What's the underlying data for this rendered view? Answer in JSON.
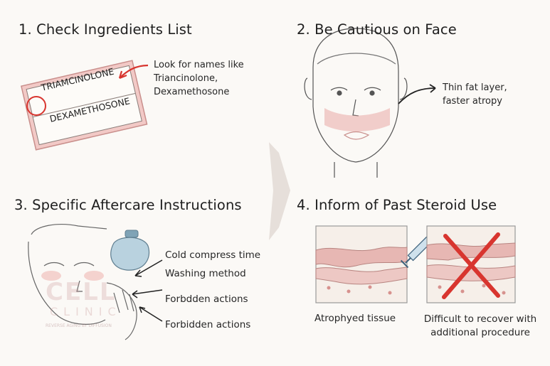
{
  "sections": [
    {
      "title": "1. Check Ingredients List"
    },
    {
      "title": "2. Be Cautious on Face"
    },
    {
      "title": "3. Specific Aftercare Instructions"
    },
    {
      "title": "4. Inform of Past Steroid Use"
    }
  ],
  "panel1": {
    "label_line1": "TRIAMCINOLONE",
    "label_line2": "DEXAMETHOSONE",
    "note": [
      "Look for names like",
      "Triancinolone,",
      "Dexamethosone"
    ]
  },
  "panel2": {
    "note": [
      "Thin fat layer,",
      "faster atropy"
    ]
  },
  "panel3": {
    "items": [
      "Cold compress time",
      "Washing method",
      "Forbdden actions",
      "Forbidden actions"
    ],
    "watermark": {
      "brand": "CELL",
      "line2": "CLINIC",
      "tagline": "REVERSE AGING BY DIFFUSION"
    }
  },
  "panel4": {
    "left_caption": "Atrophyed tissue",
    "right_caption": [
      "Difficult to recover with",
      "additional procedure"
    ]
  },
  "colors": {
    "accent_red": "#d8352f",
    "band_pink": "#e9a9a6",
    "ink": "#222222"
  }
}
